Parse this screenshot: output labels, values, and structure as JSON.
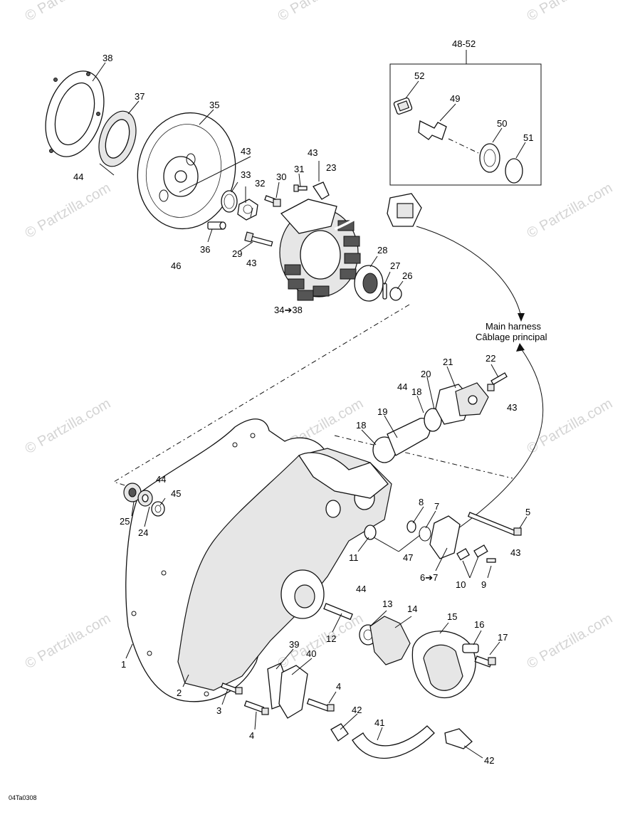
{
  "watermark": "© Partzilla.com",
  "drawing_code": "04Ta0308",
  "harness_label": {
    "line1": "Main harness",
    "line2": "Câblage principal"
  },
  "callouts": [
    "38",
    "37",
    "35",
    "43",
    "44",
    "33",
    "32",
    "30",
    "31",
    "23",
    "43",
    "36",
    "46",
    "29",
    "43",
    "34➔38",
    "28",
    "27",
    "26",
    "48-52",
    "52",
    "49",
    "50",
    "51",
    "22",
    "21",
    "20",
    "44",
    "18",
    "19",
    "18",
    "43",
    "44",
    "45",
    "25",
    "24",
    "8",
    "7",
    "5",
    "11",
    "47",
    "6➔7",
    "10",
    "43",
    "9",
    "44",
    "13",
    "14",
    "12",
    "15",
    "16",
    "17",
    "39",
    "40",
    "4",
    "1",
    "2",
    "3",
    "4",
    "42",
    "41",
    "42"
  ]
}
